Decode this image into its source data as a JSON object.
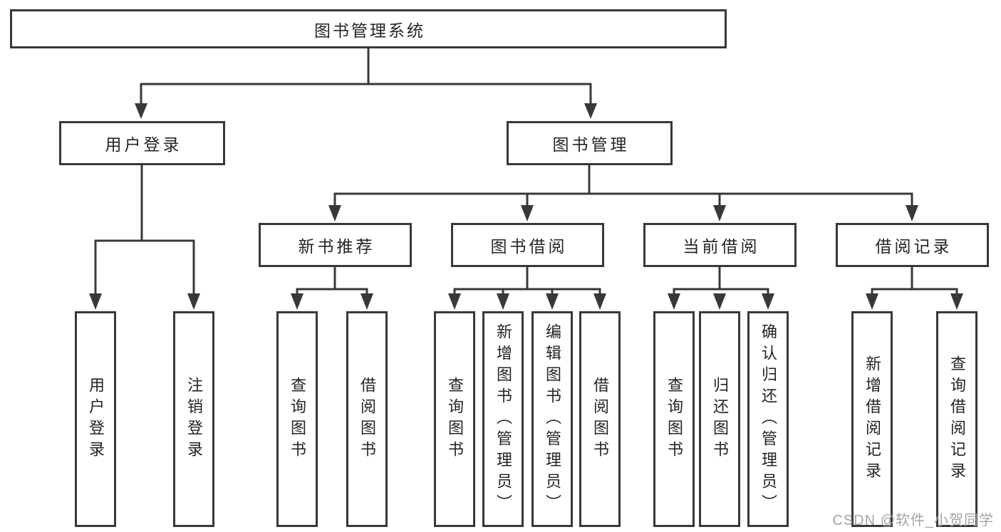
{
  "diagram": {
    "root": {
      "label": "图书管理系统"
    },
    "branches": [
      {
        "label": "用户登录",
        "children": [
          {
            "label": "用户登录"
          },
          {
            "label": "注销登录"
          }
        ]
      },
      {
        "label": "图书管理",
        "children": [
          {
            "label": "新书推荐",
            "children": [
              {
                "label": "查询图书"
              },
              {
                "label": "借阅图书"
              }
            ]
          },
          {
            "label": "图书借阅",
            "children": [
              {
                "label": "查询图书"
              },
              {
                "label": "新增图书（管理员）"
              },
              {
                "label": "编辑图书（管理员）"
              },
              {
                "label": "借阅图书"
              }
            ]
          },
          {
            "label": "当前借阅",
            "children": [
              {
                "label": "查询图书"
              },
              {
                "label": "归还图书"
              },
              {
                "label": "确认归还（管理员）"
              }
            ]
          },
          {
            "label": "借阅记录",
            "children": [
              {
                "label": "新增借阅记录"
              },
              {
                "label": "查询借阅记录"
              }
            ]
          }
        ]
      }
    ],
    "colors": {
      "line": "#38383b",
      "node_text": "#242428",
      "node_fill": "#ffffff",
      "background": "#ffffff",
      "watermark_text": "#a0a4ab"
    }
  },
  "watermark": {
    "text": "CSDN @软件_小贺同学"
  }
}
